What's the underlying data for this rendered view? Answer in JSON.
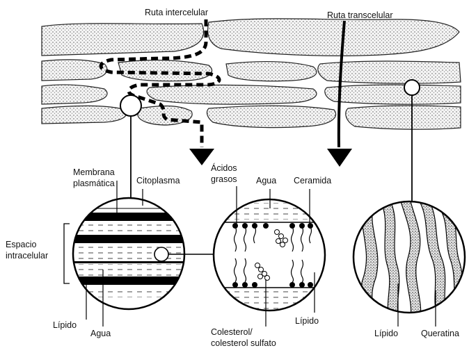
{
  "diagram": {
    "labels": {
      "ruta_intercelular": "Ruta intercelular",
      "ruta_transcelular": "Ruta transcelular",
      "membrana_line1": "Membrana",
      "membrana_line2": "plasmática",
      "citoplasma": "Citoplasma",
      "acidos_line1": "Ácidos",
      "acidos_line2": "grasos",
      "agua_top": "Agua",
      "ceramida": "Ceramida",
      "espacio_line1": "Espacio",
      "espacio_line2": "intracelular",
      "lipido_left": "Lípido",
      "agua_bottom": "Agua",
      "colesterol_line1": "Colesterol/",
      "colesterol_line2": "colesterol sulfato",
      "lipido_middle": "Lípido",
      "lipido_right": "Lípido",
      "queratina": "Queratina"
    }
  }
}
